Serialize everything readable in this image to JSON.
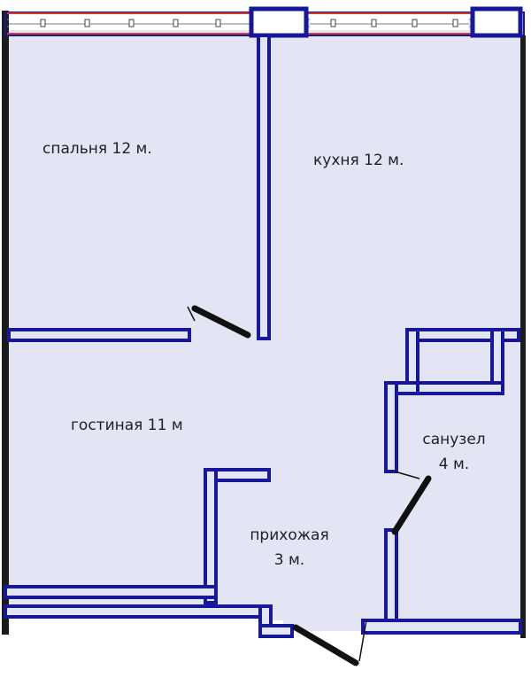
{
  "colors": {
    "floor": "#e3e4f4",
    "wall": "#17179a",
    "wall_inner": "#e3e4f4",
    "outer_wall": "#1b1b1b",
    "door": "#111111",
    "window_red": "#d83a3a",
    "window_fill": "#ffffff"
  },
  "rooms": {
    "bedroom": {
      "label": "спальня 12 м."
    },
    "kitchen": {
      "label": "кухня 12 м."
    },
    "living": {
      "label": "гостиная 11 м"
    },
    "bathroom": {
      "label": "санузел\n4 м."
    },
    "hallway": {
      "label": "прихожая\n3 м."
    }
  },
  "doors": [
    {
      "name": "bedroom-door"
    },
    {
      "name": "bathroom-door"
    },
    {
      "name": "entrance-door"
    }
  ],
  "windows": [
    {
      "name": "bedroom-window"
    },
    {
      "name": "kitchen-window"
    }
  ]
}
